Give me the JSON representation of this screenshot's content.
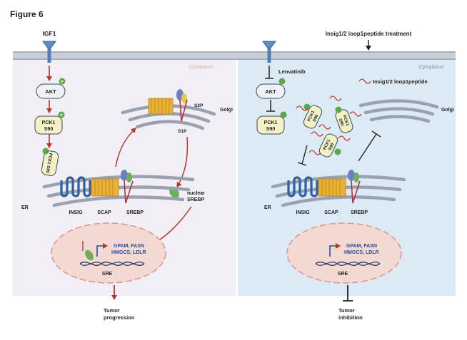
{
  "figure_label": "Figure 6",
  "left_panel": {
    "receptor_label": "IGF1",
    "cytoplasm_label": "Cytoplasm",
    "akt_label": "AKT",
    "pck1_line1": "PCK1",
    "pck1_line2": "S90",
    "pck1_bound_label": "PCK1 S90",
    "phospho_label": "P",
    "golgi_label": "Golgi",
    "s2p_label": "S2P",
    "s1p_label": "S1P",
    "er_label": "ER",
    "insig_label": "INSIG",
    "scap_label": "SCAP",
    "srebp_label": "SREBP",
    "nuclear_srebp_line1": "nuclear",
    "nuclear_srebp_line2": "SREBP",
    "genes_line1": "GPAM, FASN",
    "genes_line2": "HMGCS, LDLR",
    "sre_label": "SRE",
    "outcome_line1": "Tumor",
    "outcome_line2": "progression"
  },
  "right_panel": {
    "treatment_label": "Insig1/2 loop1peptide treatment",
    "cytoplasm_label": "Cytoplasm",
    "inhibitor_label": "Lenvatinib",
    "akt_label": "AKT",
    "pck1_line1": "PCK1",
    "pck1_line2": "S90",
    "peptide_label": "Insig1/2 loop1peptide",
    "golgi_label": "Golgi",
    "er_label": "ER",
    "insig_label": "INSIG",
    "scap_label": "SCAP",
    "srebp_label": "SREBP",
    "genes_line1": "GPAM, FASN",
    "genes_line2": "HMGCS, LDLR",
    "sre_label": "SRE",
    "outcome_line1": "Tumor",
    "outcome_line2": "inhibition"
  },
  "colors": {
    "left_bg": "#f1eef6",
    "right_bg": "#dceaf5",
    "arrow_red": "#b23a2a",
    "akt_fill": "#eef2f6",
    "pck1_fill": "#f3f1c6",
    "phospho_green": "#5aa84a",
    "insig_blue": "#2d5f9e",
    "scap_yellow": "#e9b234",
    "srebp_red": "#b2323a",
    "nucleus_fill": "#f4d9d3",
    "gene_blue": "#1d4f9a"
  }
}
